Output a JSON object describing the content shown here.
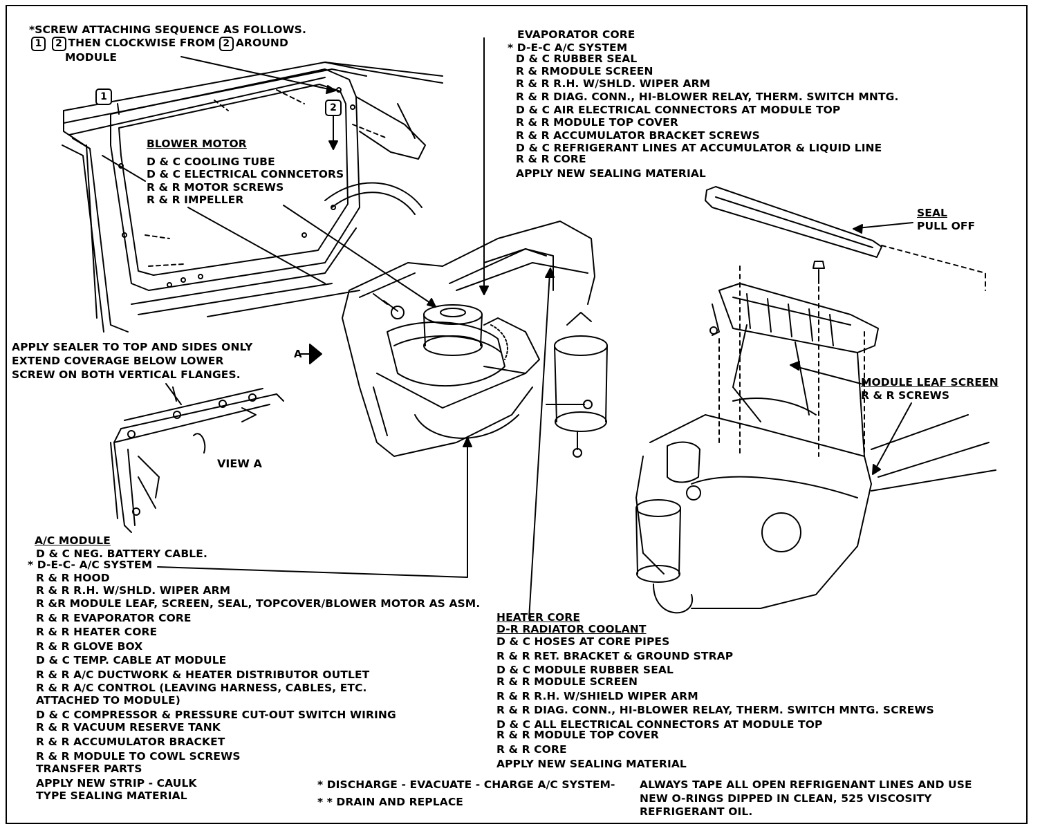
{
  "screw_sequence": {
    "line1": "*SCREW ATTACHING SEQUENCE AS FOLLOWS.",
    "num1": "1",
    "num2": "2",
    "line2_mid": "THEN CLOCKWISE FROM",
    "line2_end": "AROUND",
    "line3": "MODULE"
  },
  "blower_motor": {
    "heading": "BLOWER MOTOR",
    "steps": [
      "D & C COOLING TUBE",
      "D & C ELECTRICAL CONNCETORS",
      "R & R MOTOR SCREWS",
      "R & R IMPELLER"
    ]
  },
  "evaporator_core": {
    "heading": "EVAPORATOR CORE",
    "steps": [
      "* D-E-C A/C SYSTEM",
      "D & C RUBBER SEAL",
      "R & RMODULE SCREEN",
      "R & R R.H. W/SHLD. WIPER ARM",
      "R & R DIAG. CONN., HI-BLOWER RELAY, THERM. SWITCH MNTG.",
      "D & C AIR ELECTRICAL CONNECTORS AT MODULE TOP",
      "R & R MODULE TOP COVER",
      "R & R ACCUMULATOR BRACKET SCREWS",
      "D & C REFRIGERANT LINES AT ACCUMULATOR & LIQUID LINE",
      "R & R CORE",
      "APPLY NEW SEALING MATERIAL"
    ]
  },
  "sealer_note": {
    "lines": [
      "APPLY SEALER TO TOP AND SIDES ONLY",
      "EXTEND COVERAGE BELOW LOWER",
      "SCREW ON BOTH VERTICAL FLANGES."
    ]
  },
  "view_a": {
    "arrow_label": "A",
    "caption": "VIEW A"
  },
  "seal": {
    "heading": "SEAL",
    "step": "PULL OFF"
  },
  "module_leaf_screen": {
    "heading": "MODULE LEAF SCREEN",
    "step": "R & R SCREWS"
  },
  "ac_module": {
    "heading": "A/C MODULE",
    "steps": [
      "D & C NEG. BATTERY CABLE.",
      "* D-E-C- A/C SYSTEM",
      "R & R HOOD",
      "R & R R.H. W/SHLD. WIPER ARM",
      "R &R MODULE LEAF, SCREEN, SEAL, TOPCOVER/BLOWER MOTOR AS ASM.",
      "R & R EVAPORATOR CORE",
      "R & R HEATER CORE",
      "R & R GLOVE BOX",
      "D & C TEMP. CABLE  AT MODULE",
      "R & R A/C DUCTWORK & HEATER DISTRIBUTOR OUTLET",
      "R & R A/C CONTROL (LEAVING HARNESS, CABLES, ETC.",
      "ATTACHED TO MODULE)",
      "D & C COMPRESSOR & PRESSURE CUT-OUT SWITCH WIRING",
      "R & R VACUUM RESERVE TANK",
      "R & R ACCUMULATOR BRACKET",
      "R & R MODULE TO COWL SCREWS",
      "TRANSFER PARTS",
      "APPLY NEW STRIP - CAULK",
      "TYPE SEALING MATERIAL"
    ]
  },
  "heater_core": {
    "heading": "HEATER CORE",
    "steps": [
      "D-R RADIATOR COOLANT",
      "D & C HOSES AT CORE PIPES",
      "R & R RET. BRACKET & GROUND STRAP",
      "D & C MODULE RUBBER SEAL",
      "R & R MODULE SCREEN",
      "R & R R.H. W/SHIELD WIPER ARM",
      "R & R DIAG. CONN., HI-BLOWER RELAY, THERM. SWITCH MNTG. SCREWS",
      "D & C ALL ELECTRICAL CONNECTORS AT MODULE TOP",
      "R & R MODULE TOP COVER",
      "R & R CORE",
      "APPLY NEW SEALING MATERIAL"
    ]
  },
  "footnotes": {
    "single": "*  DISCHARGE - EVACUATE - CHARGE A/C SYSTEM-",
    "double": "* *  DRAIN AND REPLACE",
    "caution": [
      "ALWAYS TAPE ALL OPEN REFRIGENANT LINES AND USE",
      "NEW O-RINGS DIPPED IN CLEAN, 525 VISCOSITY",
      "REFRIGERANT OIL."
    ]
  },
  "callouts": {
    "one": "1",
    "two": "2"
  }
}
